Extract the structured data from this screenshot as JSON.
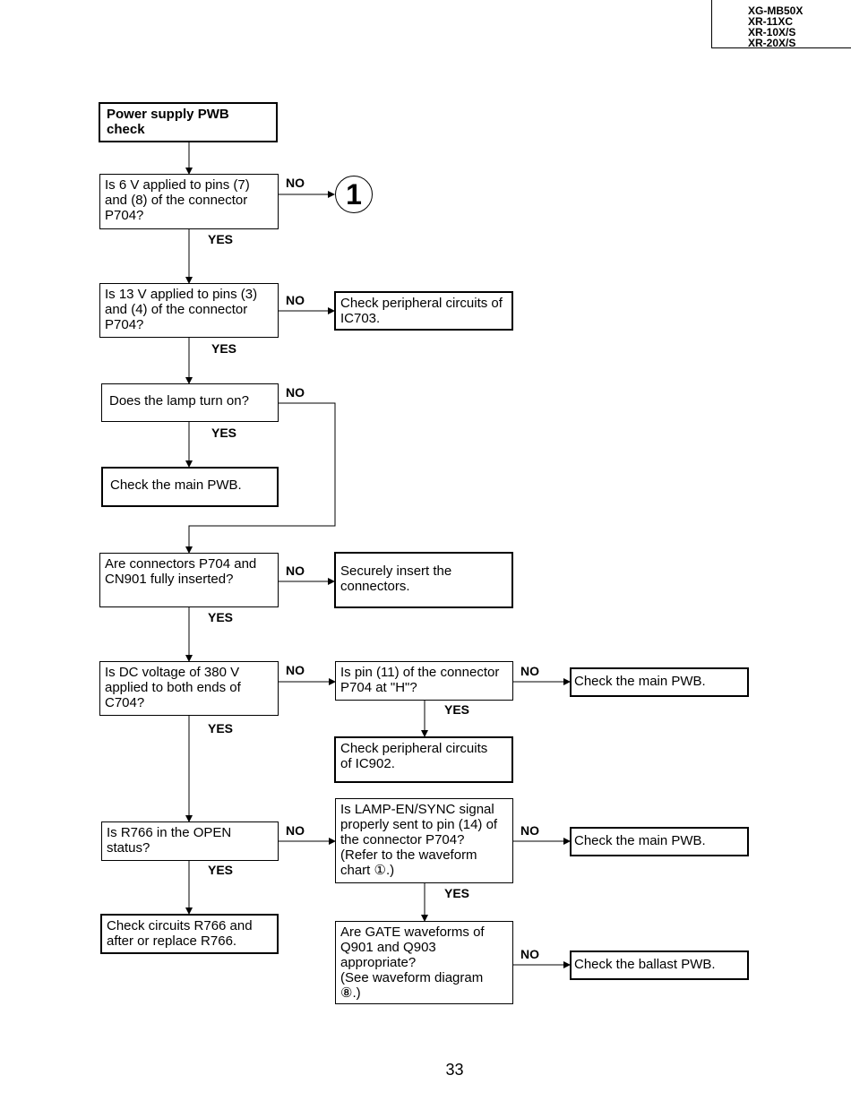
{
  "header": {
    "models": [
      "XG-MB50X",
      "XR-11XC",
      "XR-10X/S",
      "XR-20X/S"
    ]
  },
  "flow": {
    "start": "Power supply PWB\ncheck",
    "q1": "Is 6 V applied to pins (7)\nand (8) of the connector\nP704?",
    "ref1": "1",
    "q2": "Is 13 V applied to pins (3)\nand (4) of the connector\nP704?",
    "a_ic703": "Check peripheral circuits of\nIC703.",
    "q3": "Does the lamp turn on?",
    "a_main1": "Check the main PWB.",
    "q4": "Are connectors P704 and\nCN901 fully inserted?",
    "a_insert": "Securely insert the\nconnectors.",
    "q5": "Is DC voltage of 380 V\napplied to both ends of\nC704?",
    "q6": "Is pin (11) of the connector\nP704 at \"H\"?",
    "a_main2": "Check the main PWB.",
    "a_ic902": "Check peripheral circuits\nof IC902.",
    "q7": "Is R766 in the OPEN\nstatus?",
    "q8": "Is LAMP-EN/SYNC signal\nproperly sent to pin (14) of\nthe connector P704?\n(Refer to the waveform\nchart ①.)",
    "a_main3": "Check the main PWB.",
    "a_r766": "Check circuits R766 and\nafter or replace R766.",
    "q9": "Are GATE waveforms of\nQ901 and Q903\nappropriate?\n(See waveform diagram\n⑧.)",
    "a_ballast": "Check the ballast PWB.",
    "yes": "YES",
    "no": "NO"
  },
  "page_number": "33"
}
